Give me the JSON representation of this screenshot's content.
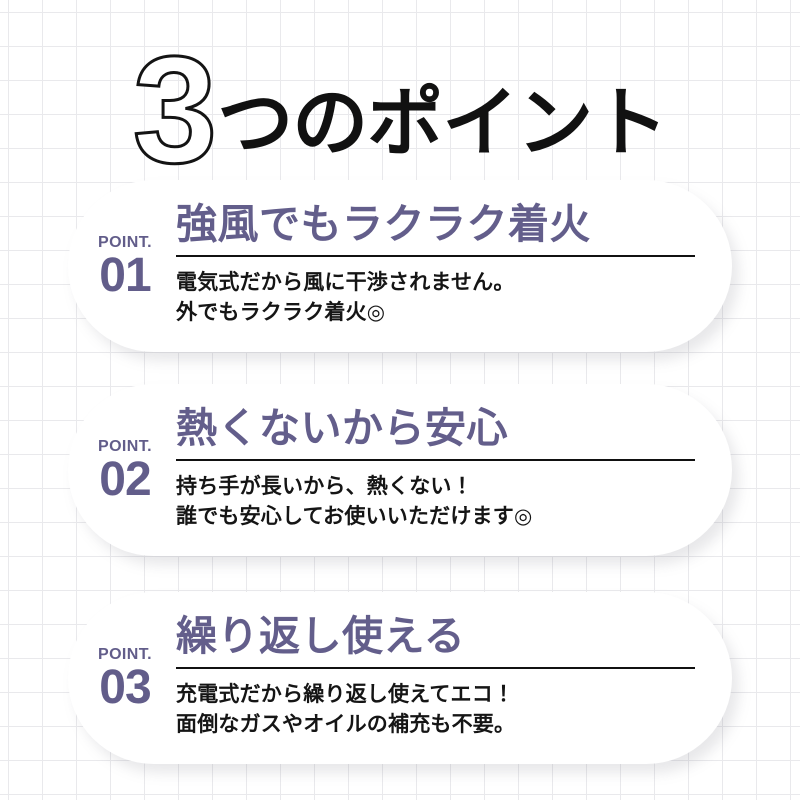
{
  "title": {
    "numeral": "3",
    "rest": "つのポイント",
    "full": "3つのポイント"
  },
  "points": [
    {
      "label": "POINT.",
      "number": "01",
      "heading": "強風でもラクラク着火",
      "description": [
        "電気式だから風に干渉されません。",
        "外でもラクラク着火◎"
      ]
    },
    {
      "label": "POINT.",
      "number": "02",
      "heading": "熱くないから安心",
      "description": [
        "持ち手が長いから、熱くない！",
        "誰でも安心してお使いいただけます◎"
      ]
    },
    {
      "label": "POINT.",
      "number": "03",
      "heading": "繰り返し使える",
      "description": [
        "充電式だから繰り返し使えてエコ！",
        "面倒なガスやオイルの補充も不要。"
      ]
    }
  ],
  "colors": {
    "accent_purple": "#635e8b",
    "heading_text": "#111111",
    "body_text": "#151515",
    "card_background": "#ffffff",
    "grid_line": "#e9e9ec",
    "page_background": "#ffffff"
  }
}
